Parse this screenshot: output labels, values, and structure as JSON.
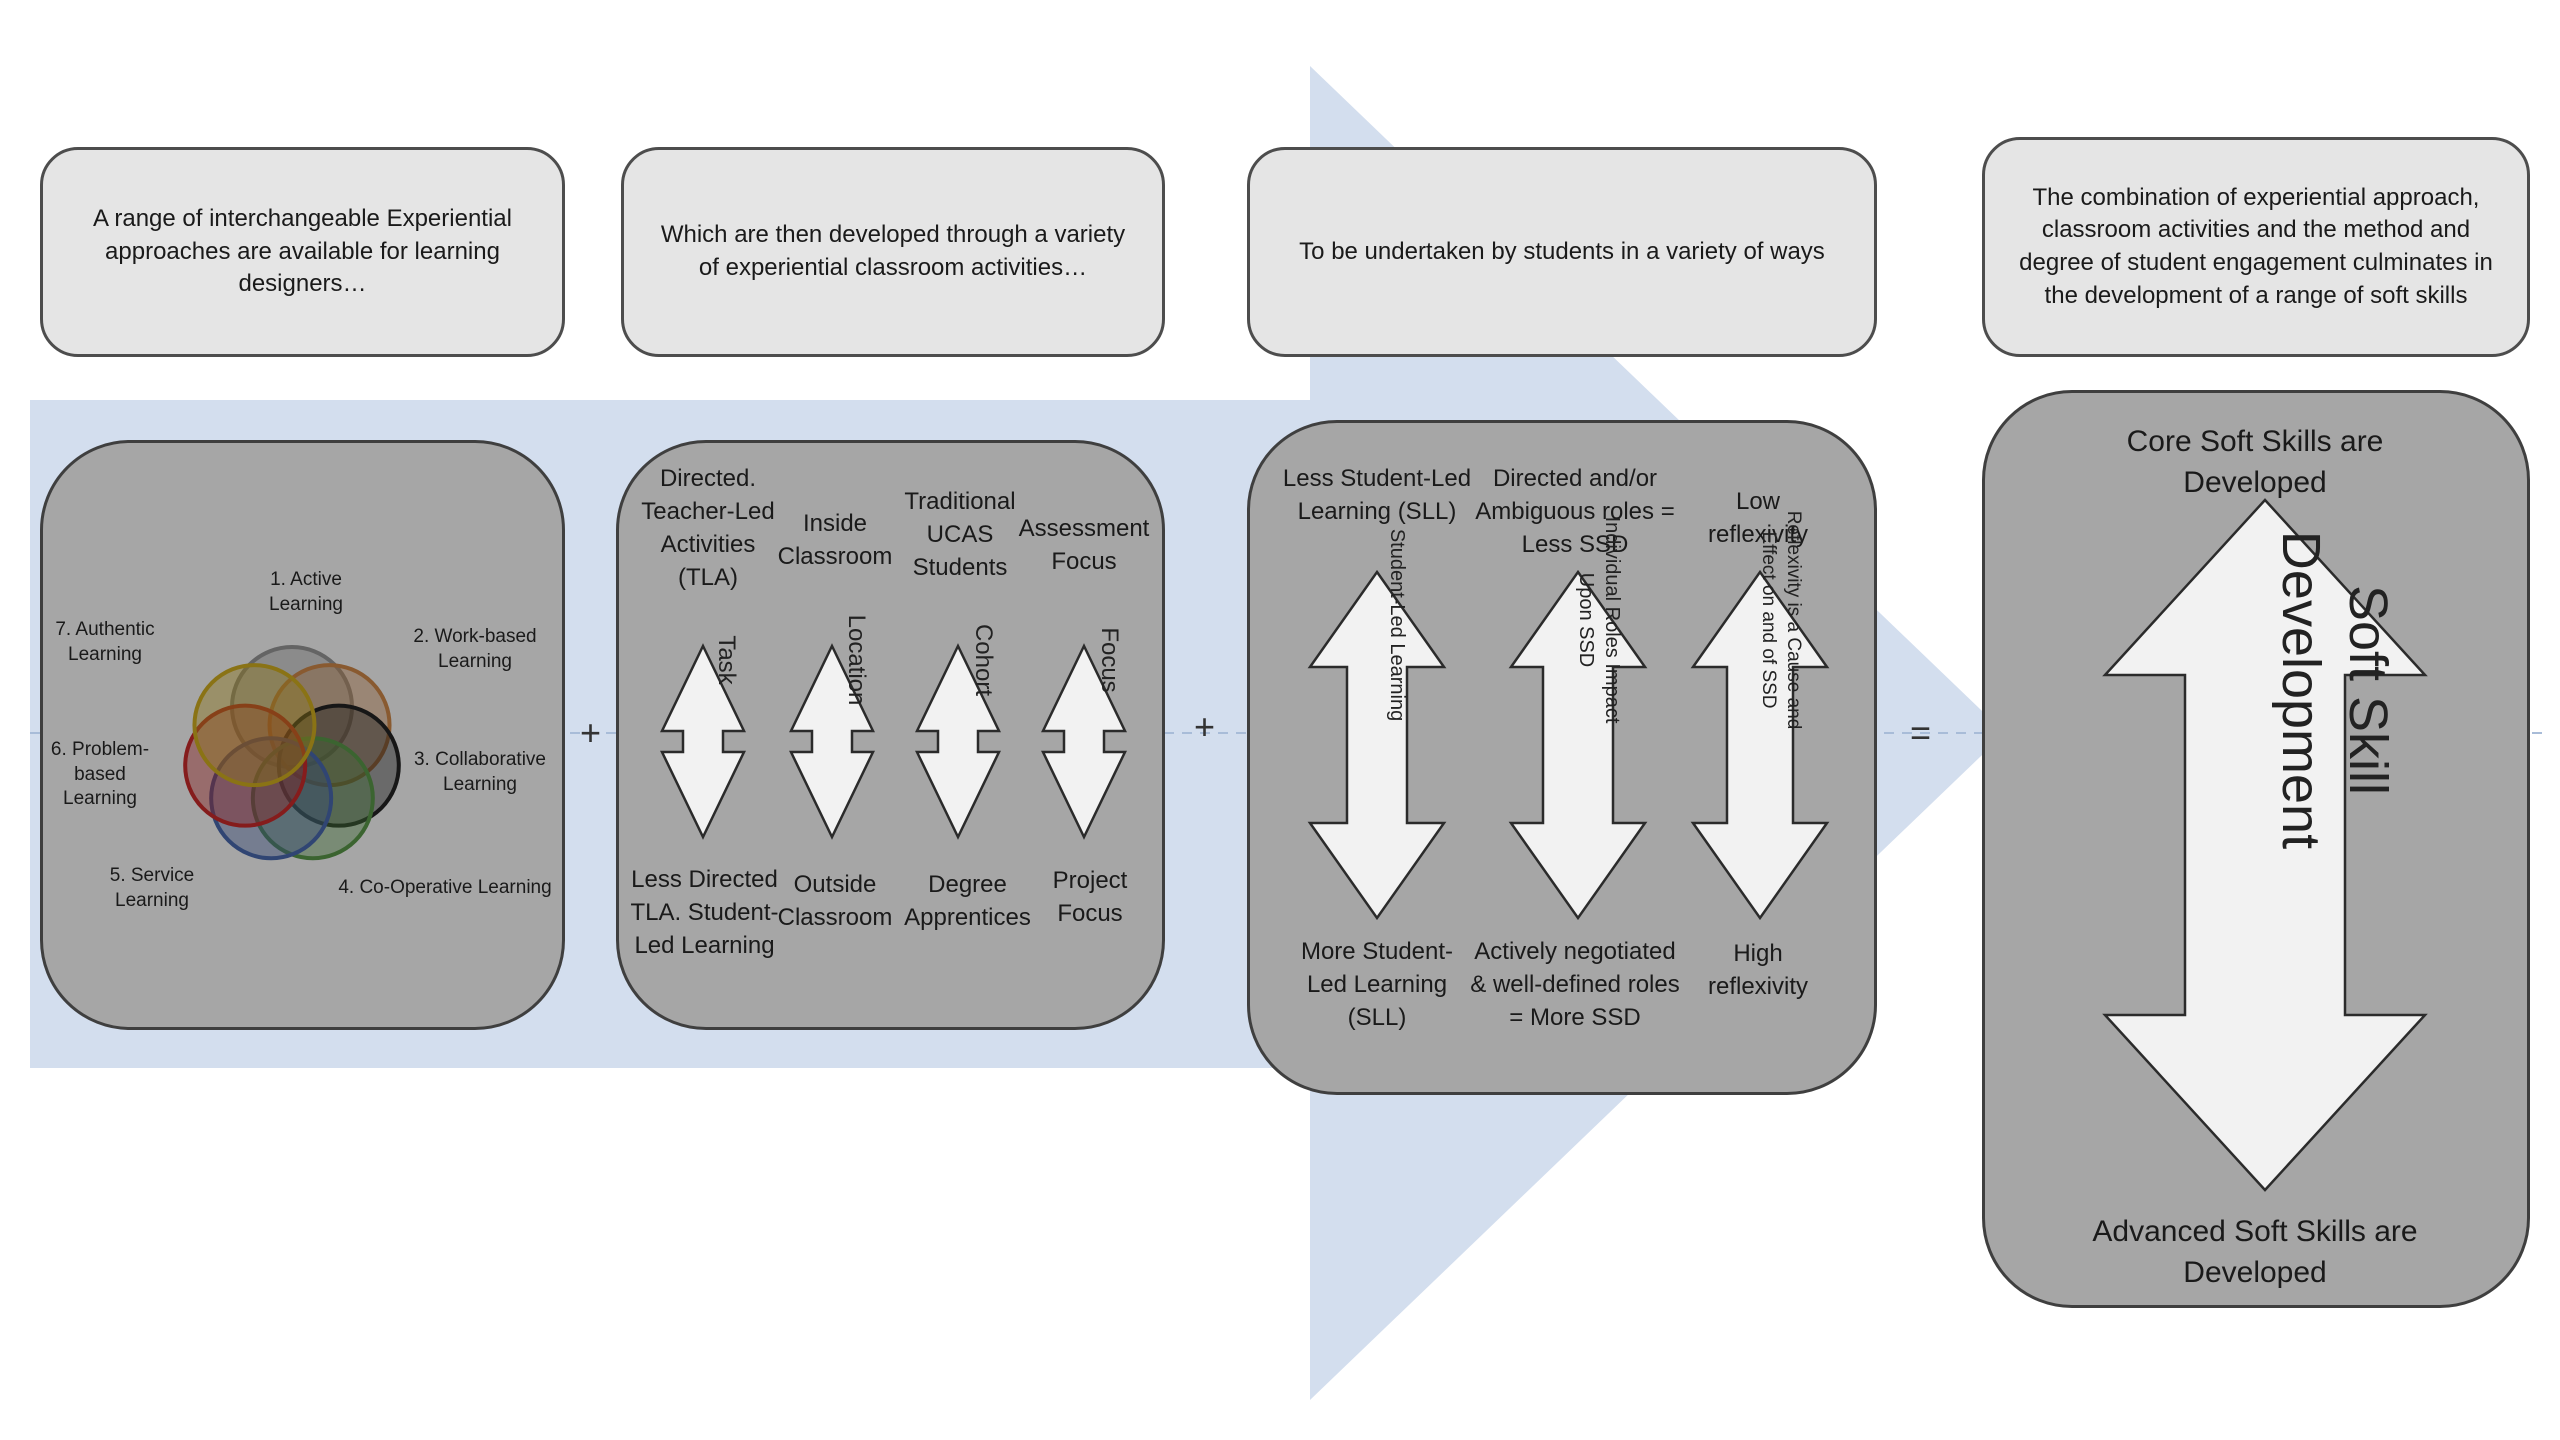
{
  "headers": [
    "A range of interchangeable Experiential approaches are available for learning designers…",
    "Which are then developed through a variety of experiential classroom activities…",
    "To be undertaken by students in a variety of ways",
    "The combination of experiential approach, classroom activities and the method and degree of student engagement culminates in the development of a range of soft skills"
  ],
  "approaches": [
    "1. Active Learning",
    "2. Work-based Learning",
    "3. Collaborative Learning",
    "4. Co-Operative Learning",
    "5. Service Learning",
    "6. Problem-based Learning",
    "7. Authentic Learning"
  ],
  "operators": {
    "plus1": "+",
    "plus2": "+",
    "equals": "="
  },
  "activities": [
    {
      "top": "Directed. Teacher-Led Activities (TLA)",
      "arrow": "Task",
      "bottom": "Less Directed TLA. Student-Led Learning"
    },
    {
      "top": "Inside Classroom",
      "arrow": "Location",
      "bottom": "Outside Classroom"
    },
    {
      "top": "Traditional UCAS Students",
      "arrow": "Cohort",
      "bottom": "Degree Apprentices"
    },
    {
      "top": "Assessment Focus",
      "arrow": "Focus",
      "bottom": "Project Focus"
    }
  ],
  "engagement": [
    {
      "top": "Less Student-Led Learning (SLL)",
      "arrow": "Student-Led Learning",
      "bottom": "More Student-Led Learning (SLL)"
    },
    {
      "top": "Directed and/or Ambiguous roles = Less SSD",
      "arrow": "Individual Roles Impact Upon SSD",
      "bottom": "Actively negotiated & well-defined roles = More SSD"
    },
    {
      "top": "Low reflexivity",
      "arrow": "Reflexivity is a Cause and Effect on and of SSD",
      "bottom": "High reflexivity"
    }
  ],
  "outcome": {
    "top": "Core Soft Skills are Developed",
    "arrow": "Soft Skill Development",
    "bottom": "Advanced Soft Skills are Developed"
  },
  "colors": {
    "background_arrow": "#d3deee",
    "note_fill": "#e5e5e5",
    "panel_fill": "#a6a6a6",
    "arrow_fill": "#f2f2f2",
    "circle_colors": [
      "#9a9a9a",
      "#d28a4a",
      "#222222",
      "#5a9a4a",
      "#4a6ab0",
      "#cc2a2a",
      "#d4b020"
    ]
  }
}
